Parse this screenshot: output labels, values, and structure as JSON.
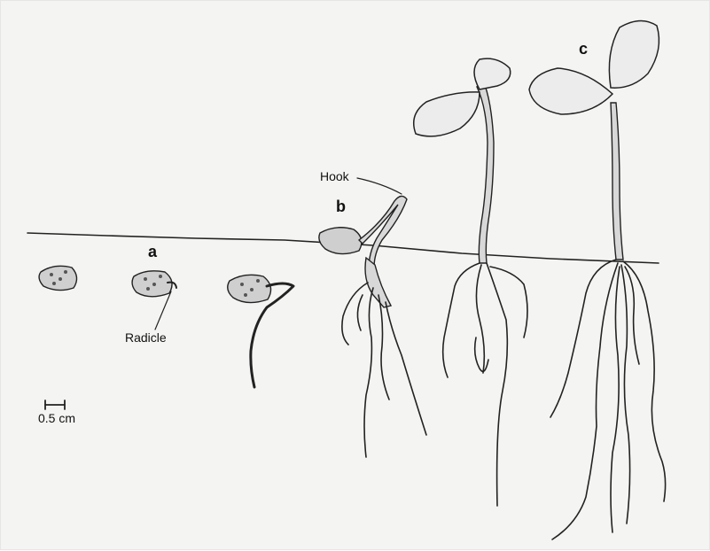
{
  "labels": {
    "stage_a": "a",
    "stage_b": "b",
    "stage_c": "c",
    "hook": "Hook",
    "radicle": "Radicle",
    "scale": "0.5 cm"
  },
  "colors": {
    "background": "#f4f4f2",
    "ink": "#222222",
    "seed_fill": "#cfcfcf",
    "leaf_fill": "#ececec"
  }
}
